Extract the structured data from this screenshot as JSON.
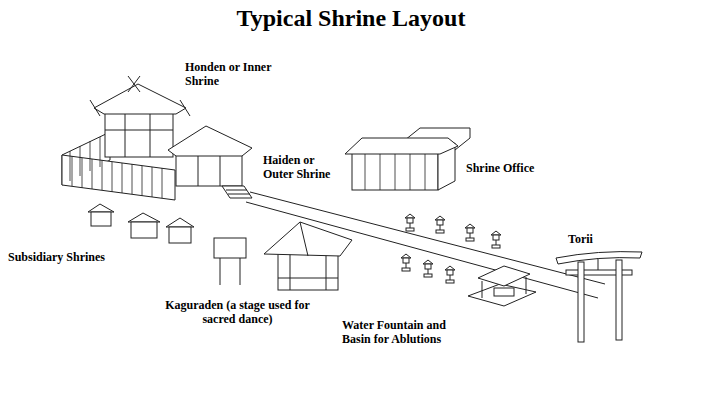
{
  "diagram": {
    "title": "Typical Shrine Layout",
    "labels": [
      "Honden or Inner Shrine",
      "Haiden or Outer Shrine",
      "Shrine Office",
      "Subsidiary Shrines",
      "Kaguraden (a stage used for sacred dance)",
      "Water Fountain and Basin for Ablutions",
      "Torii"
    ]
  }
}
